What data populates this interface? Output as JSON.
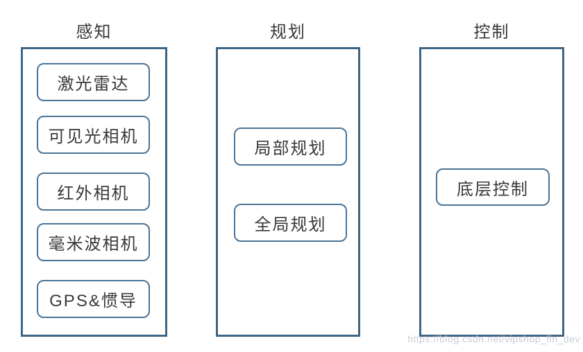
{
  "diagram": {
    "columns": [
      {
        "title": "感知",
        "items": [
          "激光雷达",
          "可见光相机",
          "红外相机",
          "毫米波相机",
          "GPS&惯导"
        ]
      },
      {
        "title": "规划",
        "items": [
          "局部规划",
          "全局规划"
        ]
      },
      {
        "title": "控制",
        "items": [
          "底层控制"
        ]
      }
    ],
    "watermark": "https://blog.csdn.net/vipshop_fin_dev",
    "colors": {
      "outer_border": "#3e6583",
      "inner_border": "#4a7396",
      "text": "#383838",
      "watermark": "#c9ccd6",
      "background": "#ffffff"
    }
  }
}
